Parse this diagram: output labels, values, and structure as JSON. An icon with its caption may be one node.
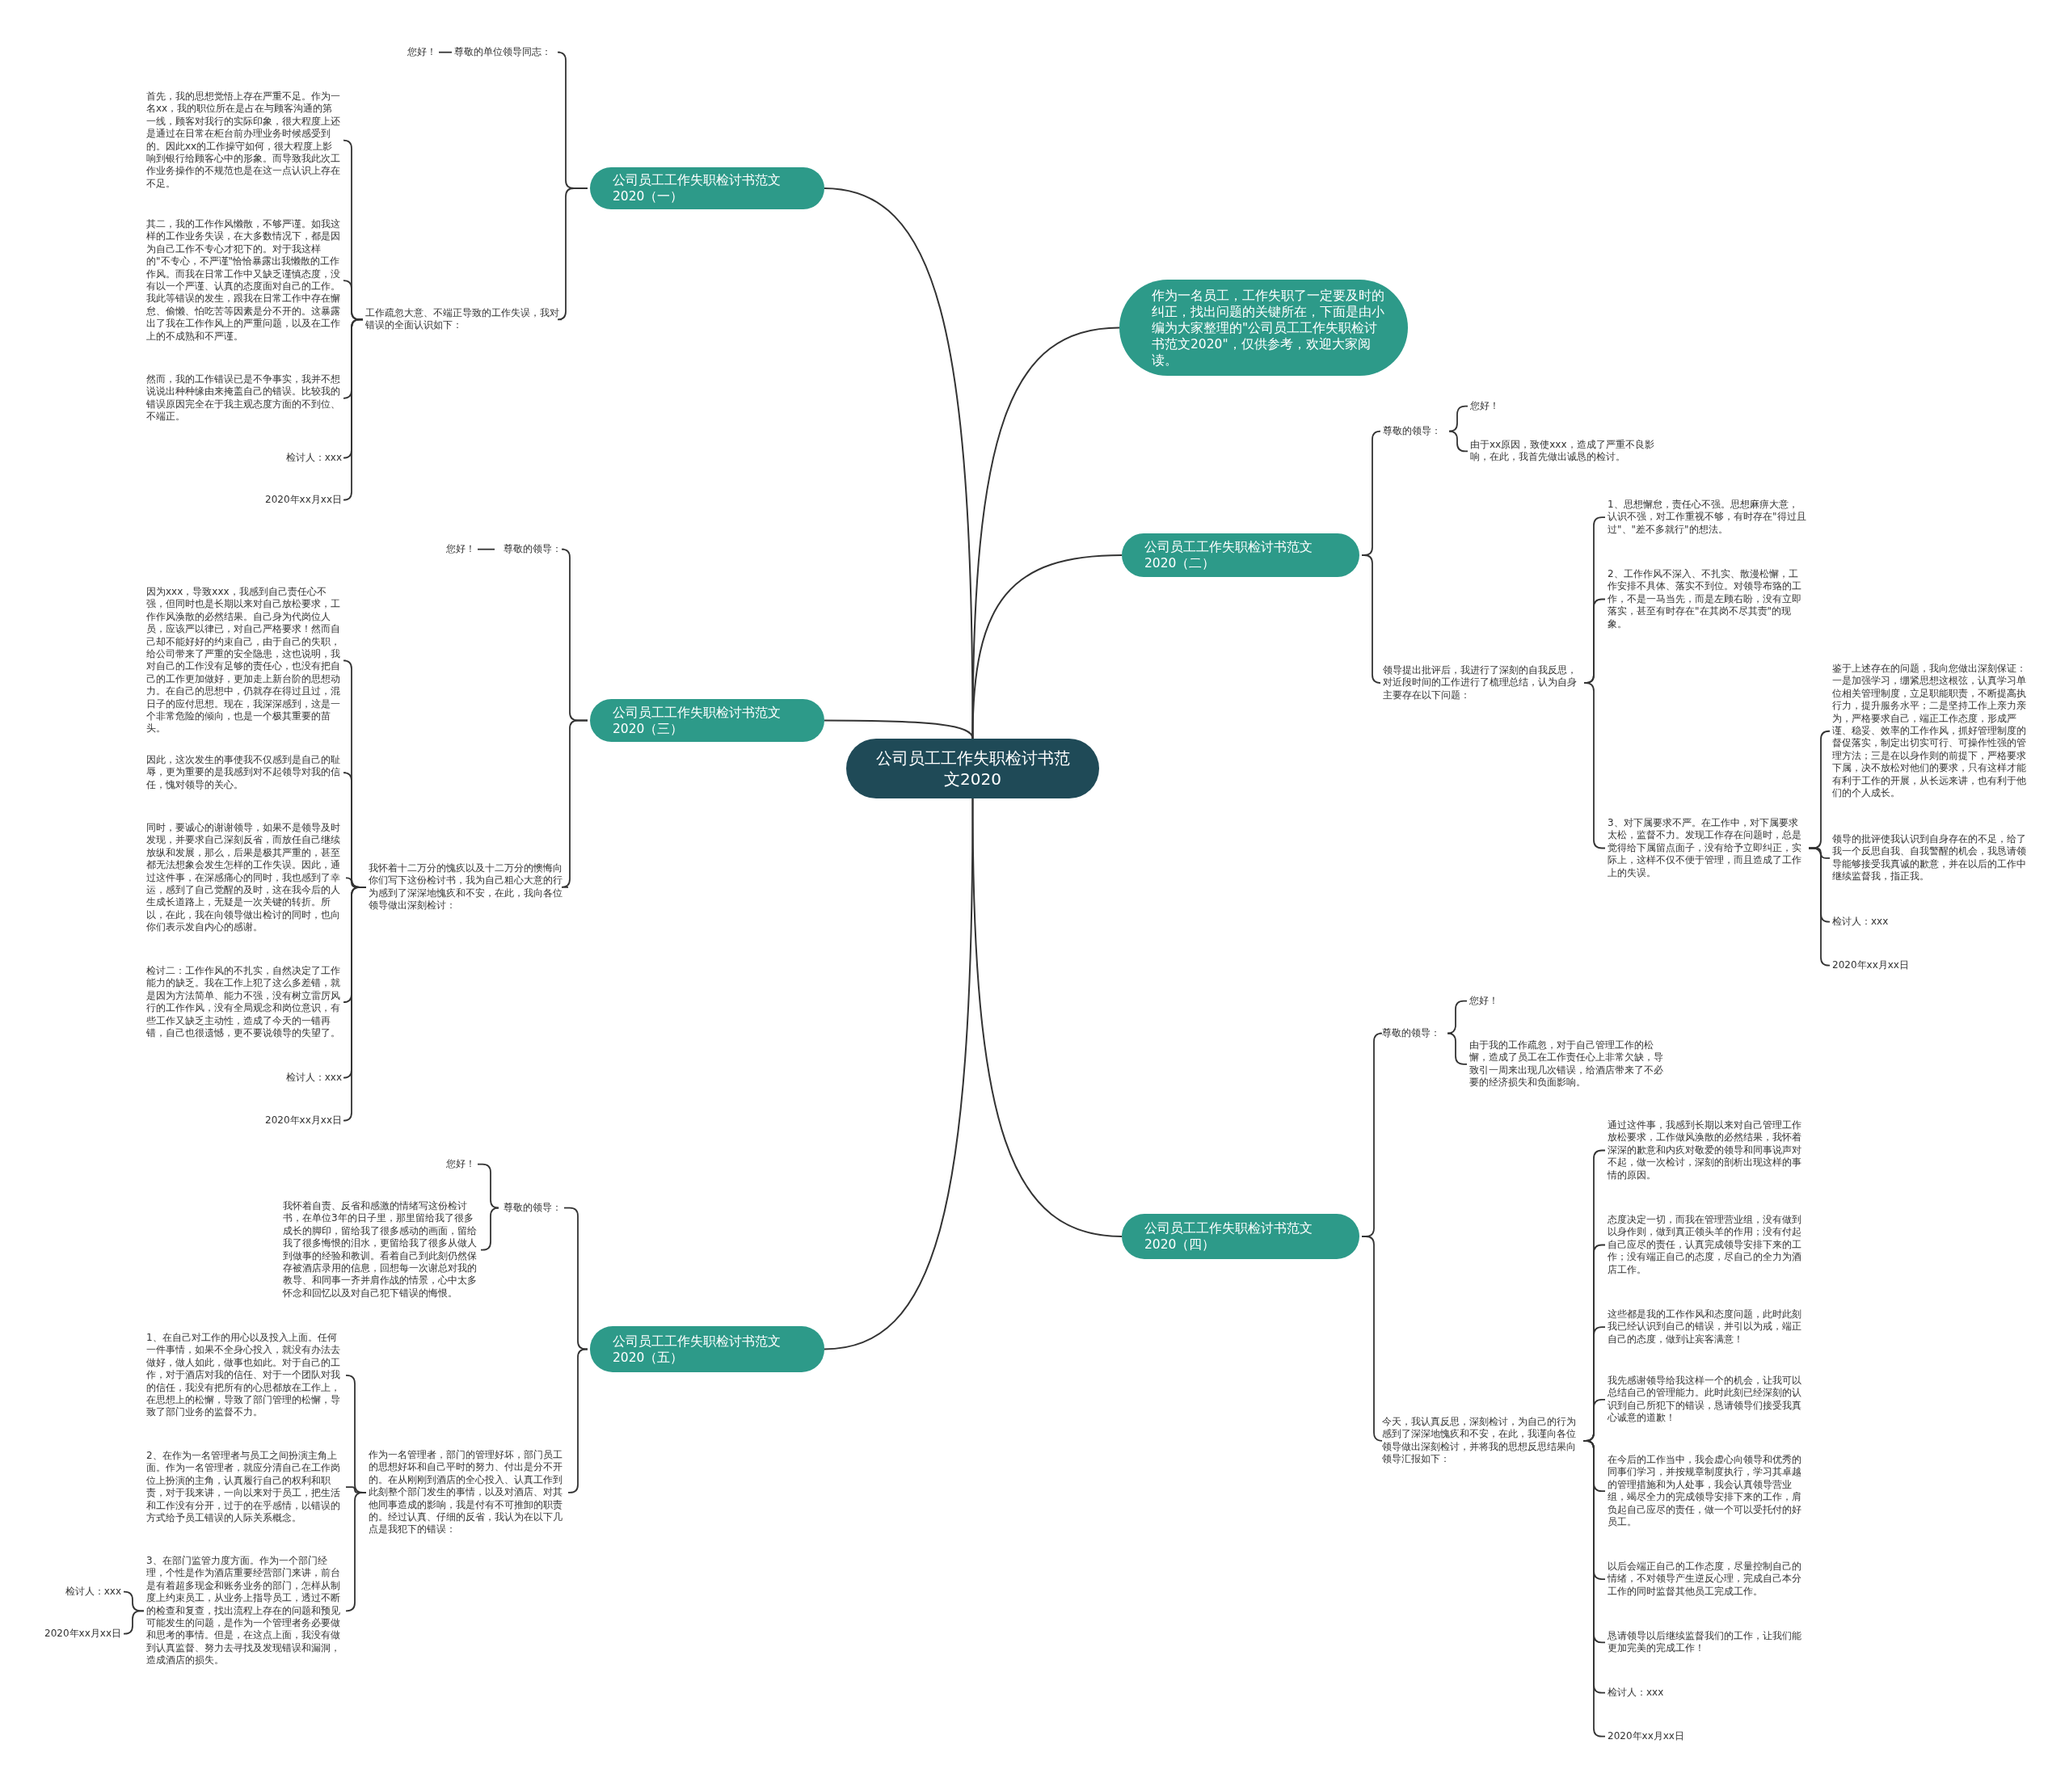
{
  "diagram": {
    "nodes": [
      {
        "text": [
          "公司员工工作失职检讨书范文2020"
        ]
      },
      {
        "text": [
          "公司员工工作失职检讨书范文2020（一）"
        ]
      },
      {
        "text": [
          "尊敬的单位领导同志："
        ]
      },
      {
        "text": [
          "您好！"
        ]
      },
      {
        "text": [
          "工作疏忽大意、不端正导致的工作失误，我对错误的全面认识如下："
        ]
      },
      {
        "text": [
          "首先，我的思想觉悟上存在严重不足。作为一名xx，我的职位所在是占在与顾客沟通的第一线，顾客对我行的实际印象，很大程度上还是通过在日常在柜台前办理业务时候感受到的。因此xx的工作操守如何，很大程度上影响到银行给顾客心中的形象。而导致我此次工作业务操作的不规范也是在这一点认识上存在不足。"
        ]
      },
      {
        "text": [
          "其二，我的工作作风懒散，不够严谨。如我这样的工作业务失误，在大多数情况下，都是因为自己工作不专心才犯下的。对于我这样的\"不专心，不严谨\"恰恰暴露出我懒散的工作作风。而我在日常工作中又缺乏谨慎态度，没有以一个严谨、认真的态度面对自己的工作。我此等错误的发生，跟我在日常工作中存在懈怠、偷懒、怕吃苦等因素是分不开的。这暴露出了我在工作作风上的严重问题，以及在工作上的不成熟和不严谨。"
        ]
      },
      {
        "text": [
          "然而，我的工作错误已是不争事实，我并不想说说出种种缘由来掩盖自己的错误。比较我的错误原因完全在于我主观态度方面的不到位、不端正。"
        ]
      },
      {
        "text": [
          "检讨人：xxx"
        ]
      },
      {
        "text": [
          "2020年xx月xx日"
        ]
      },
      {
        "text": [
          "作为一名员工，工作失职了一定要及时的纠正，找出问题的关键所在，下面是由小编为大家整理的\"公司员工工作失职检讨书范文2020\"，仅供参考，欢迎大家阅读。"
        ]
      },
      {
        "text": [
          "公司员工工作失职检讨书范文2020（二）"
        ]
      },
      {
        "text": [
          "尊敬的领导："
        ]
      },
      {
        "text": [
          "您好！"
        ]
      },
      {
        "text": [
          "由于xx原因，致使xxx，造成了严重不良影响，在此，我首先做出诚恳的检讨。"
        ]
      },
      {
        "text": [
          "领导提出批评后，我进行了深刻的自我反思，对近段时间的工作进行了梳理总结，认为自身主要存在以下问题："
        ]
      },
      {
        "text": [
          "1、思想懈怠，责任心不强。思想麻痹大意，认识不强，对工作重视不够，有时存在\"得过且过\"、\"差不多就行\"的想法。"
        ]
      },
      {
        "text": [
          "2、工作作风不深入、不扎实、散漫松懈，工作安排不具体、落实不到位。对领导布臵的工作，不是一马当先，而是左顾右盼，没有立即落实，甚至有时存在\"在其岗不尽其责\"的现象。"
        ]
      },
      {
        "text": [
          "3、对下属要求不严。在工作中，对下属要求太松，监督不力。发现工作存在问题时，总是觉得给下属留点面子，没有给予立即纠正，实际上，这样不仅不便于管理，而且造成了工作上的失误。"
        ]
      },
      {
        "text": [
          "鉴于上述存在的问题，我向您做出深刻保证：一是加强学习，绷紧思想这根弦，认真学习单位相关管理制度，立足职能职责，不断提高执行力，提升服务水平；二是坚持工作上亲力亲为，严格要求自己，端正工作态度，形成严谨、稳妥、效率的工作作风，抓好管理制度的督促落实，制定出切实可行、可操作性强的管理方法；三是在以身作则的前提下，严格要求下属，决不放松对他们的要求，只有这样才能有利于工作的开展，从长远来讲，也有利于他们的个人成长。"
        ]
      },
      {
        "text": [
          "领导的批评使我认识到自身存在的不足，给了我一个反思自我、自我警醒的机会，我恳请领导能够接受我真诚的歉意，并在以后的工作中继续监督我，指正我。"
        ]
      },
      {
        "text": [
          "检讨人：xxx"
        ]
      },
      {
        "text": [
          "2020年xx月xx日"
        ]
      },
      {
        "text": [
          "公司员工工作失职检讨书范文2020（三）"
        ]
      },
      {
        "text": [
          "尊敬的领导："
        ]
      },
      {
        "text": [
          "您好！"
        ]
      },
      {
        "text": [
          "我怀着十二万分的愧疚以及十二万分的懊悔向你们写下这份检讨书，我为自己粗心大意的行为感到了深深地愧疚和不安，在此，我向各位领导做出深刻检讨："
        ]
      },
      {
        "text": [
          "因为xxx，导致xxx，我感到自己责任心不强，但同时也是长期以来对自己放松要求，工作作风涣散的必然结果。自己身为代岗位人员，应该严以律已，对自己严格要求！然而自己却不能好好的约束自己，由于自己的失职，给公司带来了严重的安全隐患，这也说明，我对自己的工作没有足够的责任心，也没有把自己的工作更加做好，更加走上新台阶的思想动力。在自己的思想中，仍就存在得过且过，混日子的应付思想。现在，我深深感到，这是一个非常危险的倾向，也是一个极其重要的苗头。"
        ]
      },
      {
        "text": [
          "因此，这次发生的事使我不仅感到是自己的耻辱，更为重要的是我感到对不起领导对我的信任，愧对领导的关心。"
        ]
      },
      {
        "text": [
          "同时，要诚心的谢谢领导，如果不是领导及时发现，并要求自己深刻反省，而放任自己继续放纵和发展，那么，后果是极其严重的，甚至都无法想象会发生怎样的工作失误。因此，通过这件事，在深感痛心的同时，我也感到了幸运，感到了自己觉醒的及时，这在我今后的人生成长道路上，无疑是一次关键的转折。所以，在此，我在向领导做出检讨的同时，也向你们表示发自内心的感谢。"
        ]
      },
      {
        "text": [
          "检讨二：工作作风的不扎实，自然决定了工作能力的缺乏。我在工作上犯了这么多差错，就是因为方法简单、能力不强，没有树立雷厉风行的工作作风，没有全局观念和岗位意识，有些工作又缺乏主动性，造成了今天的一错再错，自己也很遗憾，更不要说领导的失望了。"
        ]
      },
      {
        "text": [
          "检讨人：xxx"
        ]
      },
      {
        "text": [
          "2020年xx月xx日"
        ]
      },
      {
        "text": [
          "公司员工工作失职检讨书范文2020（四）"
        ]
      },
      {
        "text": [
          "尊敬的领导："
        ]
      },
      {
        "text": [
          "您好！"
        ]
      },
      {
        "text": [
          "由于我的工作疏忽，对于自己管理工作的松懈，造成了员工在工作责任心上非常欠缺，导致引一周来出现几次错误，给酒店带来了不必要的经济损失和负面影响。"
        ]
      },
      {
        "text": [
          "今天，我认真反思，深刻检讨，为自己的行为感到了深深地愧疚和不安，在此，我谨向各位领导做出深刻检讨，并将我的思想反思结果向领导汇报如下："
        ]
      },
      {
        "text": [
          "通过这件事，我感到长期以来对自己管理工作放松要求，工作做风涣散的必然结果，我怀着深深的歉意和内疚对敬爱的领导和同事说声对不起，做一次检讨，深刻的剖析出现这样的事情的原因。"
        ]
      },
      {
        "text": [
          "态度决定一切，而我在管理营业组，没有做到以身作则，做到真正领头羊的作用；没有付起自己应尽的责任，认真完成领导安排下来的工作；没有端正自己的态度，尽自己的全力为酒店工作。"
        ]
      },
      {
        "text": [
          "这些都是我的工作作风和态度问题，此时此刻我已经认识到自己的错误，并引以为戒，端正自己的态度，做到让宾客满意！"
        ]
      },
      {
        "text": [
          "我先感谢领导给我这样一个的机会，让我可以总结自己的管理能力。此时此刻已经深刻的认识到自己所犯下的错误，恳请领导们接受我真心诚意的道歉！"
        ]
      },
      {
        "text": [
          "在今后的工作当中，我会虚心向领导和优秀的同事们学习，并按规章制度执行，学习其卓越的管理措施和为人处事，我会认真领导营业组，竭尽全力的完成领导安排下来的工作，肩负起自己应尽的责任，做一个可以受托付的好员工。"
        ]
      },
      {
        "text": [
          "以后会端正自己的工作态度，尽量控制自己的情绪，不对领导产生逆反心理，完成自己本分工作的同时监督其他员工完成工作。"
        ]
      },
      {
        "text": [
          "恳请领导以后继续监督我们的工作，让我们能更加完美的完成工作！"
        ]
      },
      {
        "text": [
          "检讨人：xxx"
        ]
      },
      {
        "text": [
          "2020年xx月xx日"
        ]
      },
      {
        "text": [
          "公司员工工作失职检讨书范文2020（五）"
        ]
      },
      {
        "text": [
          "尊敬的领导："
        ]
      },
      {
        "text": [
          "您好！"
        ]
      },
      {
        "text": [
          "我怀着自责、反省和感激的情绪写这份检讨书，在单位3年的日子里，那里留给我了很多成长的脚印，留给我了很多感动的画面，留给我了很多悔恨的泪水，更留给我了很多从做人到做事的经验和教训。看着自己到此刻仍然保存被酒店录用的信息，回想每一次谢总对我的教导、和同事一齐并肩作战的情景，心中太多怀念和回忆以及对自己犯下错误的悔恨。"
        ]
      },
      {
        "text": [
          "作为一名管理者，部门的管理好坏，部门员工的思想好坏和自己平时的努力、付出是分不开的。在从刚刚到酒店的全心投入、认真工作到此刻整个部门发生的事情，以及对酒店、对其他同事造成的影响，我是付有不可推卸的职责的。经过认真、仔细的反省，我认为在以下几点是我犯下的错误："
        ]
      },
      {
        "text": [
          "1、在自己对工作的用心以及投入上面。任何一件事情，如果不全身心投入，就没有办法去做好，做人如此，做事也如此。对于自己的工作，对于酒店对我的信任、对于一个团队对我的信任，我没有把所有的心思都放在工作上，在思想上的松懈，导致了部门管理的松懈，导致了部门业务的监督不力。"
        ]
      },
      {
        "text": [
          "2、在作为一名管理者与员工之间扮演主角上面。作为一名管理者，就应分清自己在工作岗位上扮演的主角，认真履行自己的权利和职责，对于我来讲，一向以来对于员工，把生活和工作没有分开，过于的在乎感情，以错误的方式给予员工错误的人际关系概念。"
        ]
      },
      {
        "text": [
          "3、在部门监管力度方面。作为一个部门经理，个性是作为酒店重要经营部门来讲，前台是有着超多现金和账务业务的部门，怎样从制度上约束员工，从业务上指导员工，透过不断的检查和复查，找出流程上存在的问题和预见可能发生的问题，是作为一个管理者务必要做和思考的事情。但是，在这点上面，我没有做到认真监督、努力去寻找及发现错误和漏洞，造成酒店的损失。"
        ]
      },
      {
        "text": [
          "检讨人：xxx"
        ]
      },
      {
        "text": [
          "2020年xx月xx日"
        ]
      }
    ],
    "edges": [
      {
        "from": 0,
        "to": 1,
        "arrow": "none"
      },
      {
        "from": 1,
        "to": 2,
        "arrow": "none"
      },
      {
        "from": 2,
        "to": 3,
        "arrow": "none"
      },
      {
        "from": 1,
        "to": 4,
        "arrow": "none"
      },
      {
        "from": 4,
        "to": 5,
        "arrow": "none"
      },
      {
        "from": 4,
        "to": 6,
        "arrow": "none"
      },
      {
        "from": 4,
        "to": 7,
        "arrow": "none"
      },
      {
        "from": 4,
        "to": 8,
        "arrow": "none"
      },
      {
        "from": 4,
        "to": 9,
        "arrow": "none"
      },
      {
        "from": 0,
        "to": 10,
        "arrow": "none"
      },
      {
        "from": 0,
        "to": 11,
        "arrow": "none"
      },
      {
        "from": 11,
        "to": 12,
        "arrow": "none"
      },
      {
        "from": 12,
        "to": 13,
        "arrow": "none"
      },
      {
        "from": 12,
        "to": 14,
        "arrow": "none"
      },
      {
        "from": 11,
        "to": 15,
        "arrow": "none"
      },
      {
        "from": 15,
        "to": 16,
        "arrow": "none"
      },
      {
        "from": 15,
        "to": 17,
        "arrow": "none"
      },
      {
        "from": 15,
        "to": 18,
        "arrow": "none"
      },
      {
        "from": 18,
        "to": 19,
        "arrow": "none"
      },
      {
        "from": 18,
        "to": 20,
        "arrow": "none"
      },
      {
        "from": 18,
        "to": 21,
        "arrow": "none"
      },
      {
        "from": 18,
        "to": 22,
        "arrow": "none"
      },
      {
        "from": 0,
        "to": 23,
        "arrow": "none"
      },
      {
        "from": 23,
        "to": 24,
        "arrow": "none"
      },
      {
        "from": 24,
        "to": 25,
        "arrow": "none"
      },
      {
        "from": 23,
        "to": 26,
        "arrow": "none"
      },
      {
        "from": 26,
        "to": 27,
        "arrow": "none"
      },
      {
        "from": 26,
        "to": 28,
        "arrow": "none"
      },
      {
        "from": 26,
        "to": 29,
        "arrow": "none"
      },
      {
        "from": 26,
        "to": 30,
        "arrow": "none"
      },
      {
        "from": 26,
        "to": 31,
        "arrow": "none"
      },
      {
        "from": 26,
        "to": 32,
        "arrow": "none"
      },
      {
        "from": 0,
        "to": 33,
        "arrow": "none"
      },
      {
        "from": 33,
        "to": 34,
        "arrow": "none"
      },
      {
        "from": 34,
        "to": 35,
        "arrow": "none"
      },
      {
        "from": 34,
        "to": 36,
        "arrow": "none"
      },
      {
        "from": 33,
        "to": 37,
        "arrow": "none"
      },
      {
        "from": 37,
        "to": 38,
        "arrow": "none"
      },
      {
        "from": 37,
        "to": 39,
        "arrow": "none"
      },
      {
        "from": 37,
        "to": 40,
        "arrow": "none"
      },
      {
        "from": 37,
        "to": 41,
        "arrow": "none"
      },
      {
        "from": 37,
        "to": 42,
        "arrow": "none"
      },
      {
        "from": 37,
        "to": 43,
        "arrow": "none"
      },
      {
        "from": 37,
        "to": 44,
        "arrow": "none"
      },
      {
        "from": 37,
        "to": 45,
        "arrow": "none"
      },
      {
        "from": 37,
        "to": 46,
        "arrow": "none"
      },
      {
        "from": 0,
        "to": 47,
        "arrow": "none"
      },
      {
        "from": 47,
        "to": 48,
        "arrow": "none"
      },
      {
        "from": 48,
        "to": 49,
        "arrow": "none"
      },
      {
        "from": 48,
        "to": 50,
        "arrow": "none"
      },
      {
        "from": 47,
        "to": 51,
        "arrow": "none"
      },
      {
        "from": 51,
        "to": 52,
        "arrow": "none"
      },
      {
        "from": 51,
        "to": 53,
        "arrow": "none"
      },
      {
        "from": 51,
        "to": 54,
        "arrow": "none"
      },
      {
        "from": 54,
        "to": 55,
        "arrow": "none"
      },
      {
        "from": 54,
        "to": 56,
        "arrow": "none"
      }
    ]
  }
}
